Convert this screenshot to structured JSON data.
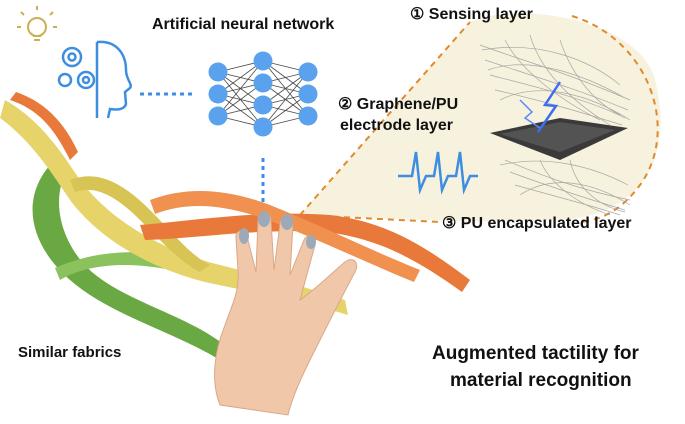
{
  "labels": {
    "ann_title": "Artificial neural network",
    "sensing": "① Sensing layer",
    "electrode_line1": "② Graphene/PU",
    "electrode_line2": "electrode layer",
    "encapsulated": "③ PU encapsulated layer",
    "fabrics": "Similar fabrics",
    "augmented_line1": "Augmented tactility for",
    "augmented_line2": "material recognition"
  },
  "icons": {
    "bulb": "lightbulb-icon",
    "brain": "gear-head-icon",
    "signal": "pulse-signal-icon"
  },
  "colors": {
    "accent_blue": "#3d8ee0",
    "node_blue": "#5aa2ee",
    "dashed_orange": "#e08a30",
    "bubble_fill": "#f7f2de",
    "ribbon_orange": "#e8793a",
    "ribbon_yellow": "#e6d46a",
    "ribbon_green": "#6aa843",
    "skin": "#f0c7a8"
  },
  "network": {
    "layers": [
      3,
      4,
      3
    ]
  }
}
